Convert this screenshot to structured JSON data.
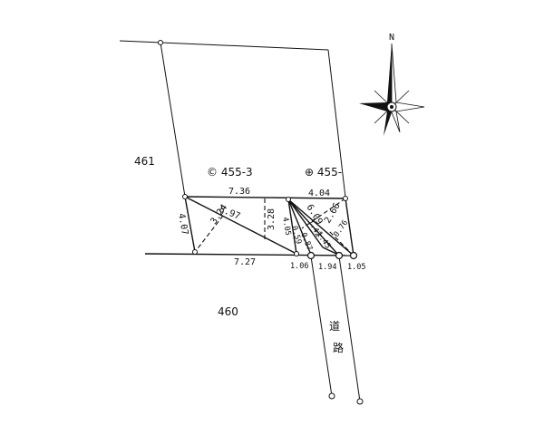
{
  "lots": {
    "l461": "461",
    "l460": "460"
  },
  "parcels": {
    "p1": "© 455-3",
    "p2": "⊕ 455-"
  },
  "road_chars": [
    "道",
    "路"
  ],
  "north": "N",
  "dims": {
    "d736": "7.36",
    "d404": "4.04",
    "d407": "4.07",
    "d324": "3.24",
    "d897": "8.97",
    "d328": "3.28",
    "d405": "4.05",
    "d609": "6.09",
    "d266": "2.66",
    "d727": "7.27",
    "d106a": "1.06",
    "d194": "1.94",
    "d106b": "1.05",
    "d059": "0.59",
    "d087": "0.87",
    "d142": "1.42",
    "d145": "1.45",
    "d076": "0.76"
  },
  "colors": {
    "ink": "#111111",
    "paper": "#ffffff"
  }
}
